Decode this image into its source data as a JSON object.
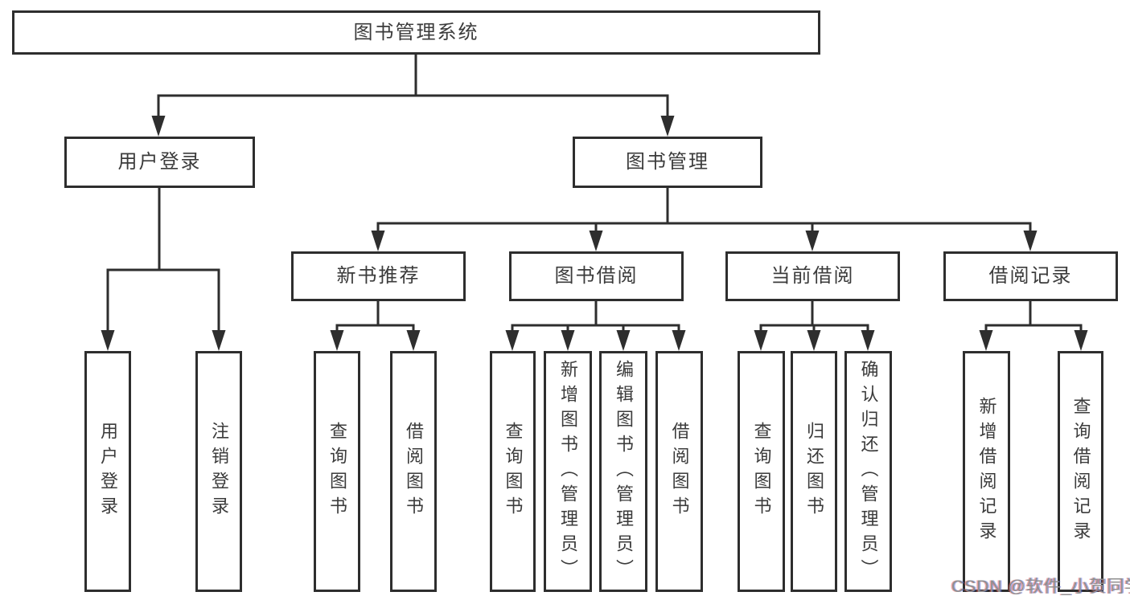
{
  "palette": {
    "background": "#ffffff",
    "line_color": "#2e2e2e",
    "box_border_color": "#2e2e2e",
    "text_color": "#3b3b3b",
    "watermark_color": "#8f8f8f"
  },
  "tree": {
    "root": {
      "label": "图书管理系统"
    },
    "branches": [
      {
        "label": "用户登录",
        "children": [
          {
            "label": "用户登录"
          },
          {
            "label": "注销登录"
          }
        ]
      },
      {
        "label": "图书管理",
        "children": [
          {
            "label": "新书推荐",
            "children": [
              {
                "label": "查询图书"
              },
              {
                "label": "借阅图书"
              }
            ]
          },
          {
            "label": "图书借阅",
            "children": [
              {
                "label": "查询图书"
              },
              {
                "label": "新增图书（管理员）"
              },
              {
                "label": "编辑图书（管理员）"
              },
              {
                "label": "借阅图书"
              }
            ]
          },
          {
            "label": "当前借阅",
            "children": [
              {
                "label": "查询图书"
              },
              {
                "label": "归还图书"
              },
              {
                "label": "确认归还（管理员）"
              }
            ]
          },
          {
            "label": "借阅记录",
            "children": [
              {
                "label": "新增借阅记录"
              },
              {
                "label": "查询借阅记录"
              }
            ]
          }
        ]
      }
    ]
  },
  "watermark": {
    "text": "CSDN @软件_小贺同学"
  }
}
